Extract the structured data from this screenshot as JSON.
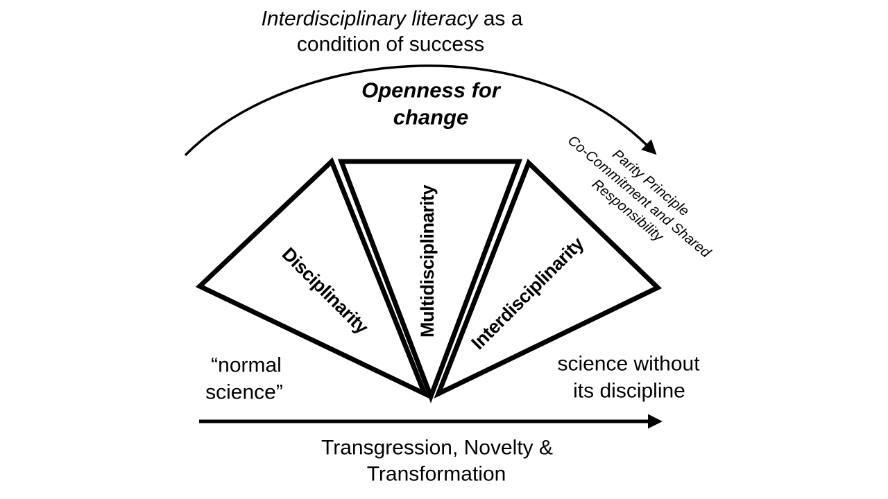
{
  "colors": {
    "ink": "#000000",
    "background": "#ffffff"
  },
  "title": {
    "emphasis": "Interdisciplinary literacy",
    "suffix": " as a",
    "line2": "condition of success"
  },
  "arc": {
    "label_line1": "Openness for",
    "label_line2": "change"
  },
  "principles_note": {
    "line1": "Parity Principle",
    "line2": "Co-Commitment and Shared",
    "line3": "Responsibility"
  },
  "fan": {
    "segments": [
      {
        "label": "Disciplinarity"
      },
      {
        "label": "Multidisciplinarity"
      },
      {
        "label": "Interdisciplinarity"
      }
    ]
  },
  "captions": {
    "left_line1": "“normal",
    "left_line2": "science”",
    "right_line1": "science without",
    "right_line2": "its discipline"
  },
  "axis": {
    "label_line1": "Transgression, Novelty &",
    "label_line2": "Transformation"
  }
}
